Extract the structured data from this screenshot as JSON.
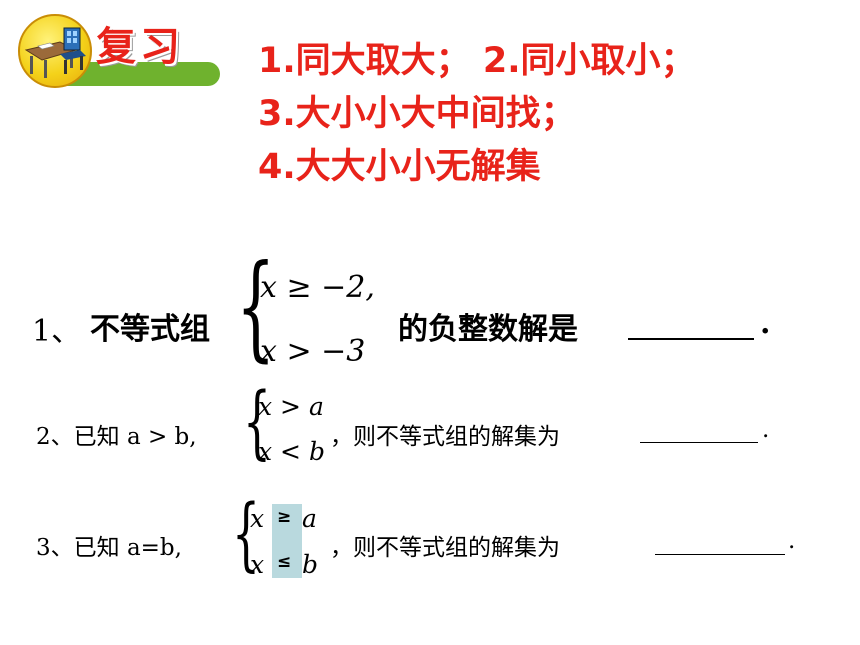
{
  "header": {
    "badge_title": "复习"
  },
  "rules": [
    {
      "num": "1.",
      "text": "同大取大；",
      "num2": "2.",
      "text2": "同小取小；"
    },
    {
      "num": "3.",
      "text": "大小小大中间找；"
    },
    {
      "num": "4.",
      "text": "大大小小无解集"
    }
  ],
  "problem1": {
    "number": "1、",
    "prefix": "不等式组",
    "line1": "x ≥ −2,",
    "line2": "x > −3",
    "suffix": "的负整数解是",
    "end": "."
  },
  "problem2": {
    "text": "2、已知  a > b,",
    "line1": "x > a",
    "line2": "x < b",
    "suffix": "，则不等式组的解集为",
    "end": "."
  },
  "problem3": {
    "text": "3、已知  a=b,",
    "x": "x",
    "geq": "≥",
    "leq": "≤",
    "a": "a",
    "b": "b",
    "suffix": "，则不等式组的解集为",
    "end": "."
  },
  "colors": {
    "accent_red": "#e8231a",
    "highlight_teal": "#b9d9de",
    "bar_green": "#6fb22e",
    "badge_yellow": "#f4d21a"
  },
  "icons": [
    "desk-chair-icon"
  ]
}
